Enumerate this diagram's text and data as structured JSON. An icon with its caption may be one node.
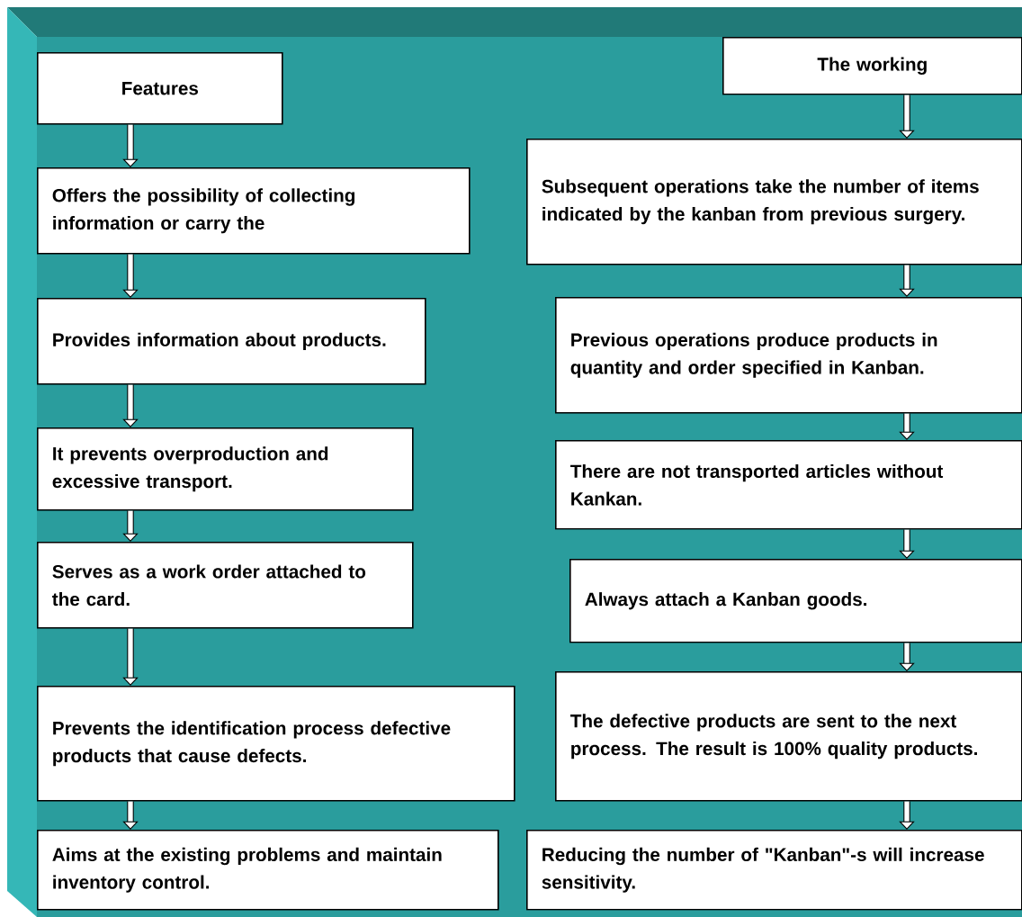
{
  "diagram": {
    "nodes": [
      {
        "text": [
          "Features"
        ]
      },
      {
        "text": [
          "Offers the possibility of collecting information or carry the"
        ]
      },
      {
        "text": [
          "Provides information about products."
        ]
      },
      {
        "text": [
          "It prevents overproduction and excessive transport."
        ]
      },
      {
        "text": [
          "Serves as a work order attached to the card."
        ]
      },
      {
        "text": [
          "Prevents the identification process defective products that cause defects."
        ]
      },
      {
        "text": [
          "Aims at the existing problems and maintain inventory control."
        ]
      },
      {
        "text": [
          "The working"
        ]
      },
      {
        "text": [
          "Subsequent operations take the number of items indicated by the kanban from previous surgery."
        ]
      },
      {
        "text": [
          "Previous operations produce products in quantity and order specified in Kanban."
        ]
      },
      {
        "text": [
          "There are not transported articles without Kankan."
        ]
      },
      {
        "text": [
          "Always attach a Kanban goods."
        ]
      },
      {
        "text": [
          "The defective products are sent to the next process. The result is 100% quality products."
        ]
      },
      {
        "text": [
          "Reducing the number of \"Kanban\"-s will increase sensitivity."
        ]
      }
    ],
    "edges": [
      {
        "from": 0,
        "to": 1,
        "arrow": "to"
      },
      {
        "from": 1,
        "to": 2,
        "arrow": "to"
      },
      {
        "from": 2,
        "to": 3,
        "arrow": "to"
      },
      {
        "from": 3,
        "to": 4,
        "arrow": "to"
      },
      {
        "from": 4,
        "to": 5,
        "arrow": "to"
      },
      {
        "from": 5,
        "to": 6,
        "arrow": "to"
      },
      {
        "from": 7,
        "to": 8,
        "arrow": "to"
      },
      {
        "from": 8,
        "to": 9,
        "arrow": "to"
      },
      {
        "from": 9,
        "to": 10,
        "arrow": "to"
      },
      {
        "from": 10,
        "to": 11,
        "arrow": "to"
      },
      {
        "from": 11,
        "to": 12,
        "arrow": "to"
      },
      {
        "from": 12,
        "to": 13,
        "arrow": "to"
      }
    ]
  }
}
